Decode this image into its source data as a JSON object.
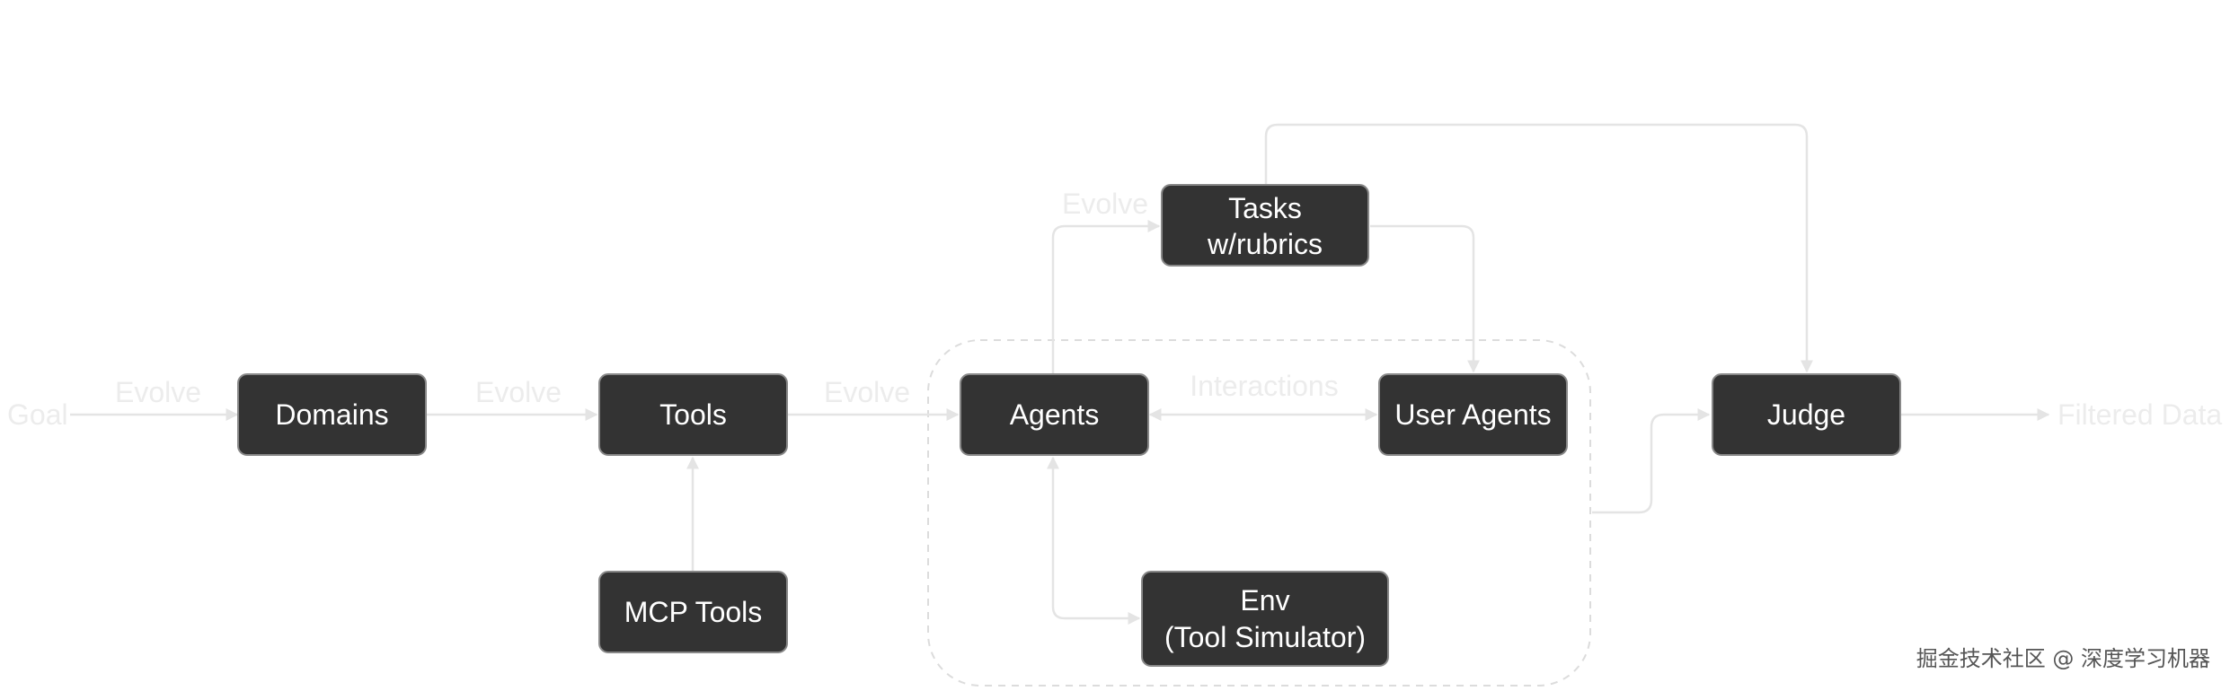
{
  "nodes": {
    "domains": "Domains",
    "tools": "Tools",
    "mcp_tools": "MCP Tools",
    "agents": "Agents",
    "user_agents": "User Agents",
    "tasks_line1": "Tasks",
    "tasks_line2": "w/rubrics",
    "env_line1": "Env",
    "env_line2": "(Tool Simulator)",
    "judge": "Judge"
  },
  "labels": {
    "goal": "Goal",
    "filtered_data": "Filtered Data",
    "evolve_1": "Evolve",
    "evolve_2": "Evolve",
    "evolve_3": "Evolve",
    "evolve_4": "Evolve",
    "interactions": "Interactions"
  },
  "watermark": "掘金技术社区 @ 深度学习机器",
  "colors": {
    "node_fill": "#333333",
    "node_border": "#888888",
    "node_text": "#ffffff",
    "edge": "#e4e4e4",
    "faint_text": "#ececec"
  }
}
